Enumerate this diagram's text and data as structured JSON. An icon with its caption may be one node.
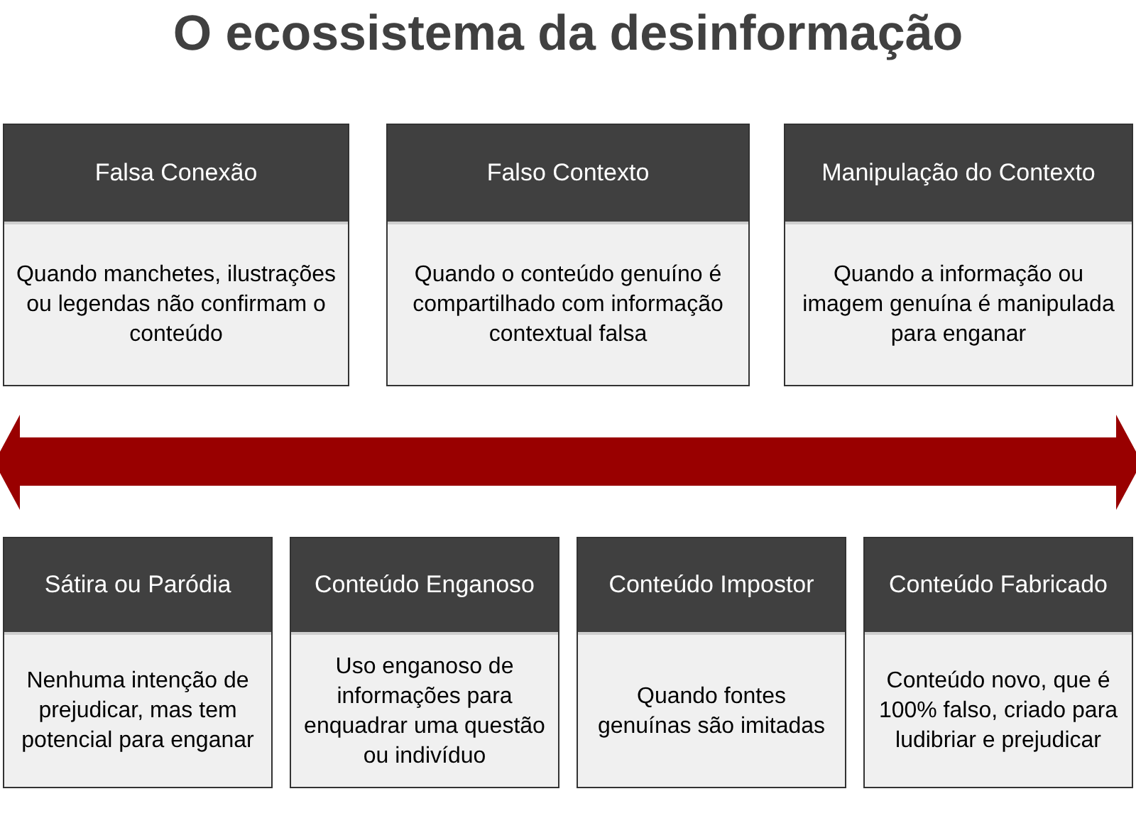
{
  "diagram": {
    "title": "O ecossistema da desinformação",
    "nodes": [
      {
        "text": [
          "Falsa Conexão",
          "Quando manchetes, ilustrações ou legendas não confirmam o conteúdo"
        ]
      },
      {
        "text": [
          "Falso Contexto",
          "Quando o conteúdo genuíno é compartilhado com informação contextual falsa"
        ]
      },
      {
        "text": [
          "Manipulação do Contexto",
          "Quando a informação ou imagem genuína é manipulada para enganar"
        ]
      },
      {
        "text": [
          "Sátira ou Paródia",
          "Nenhuma intenção de prejudicar, mas tem potencial para enganar"
        ]
      },
      {
        "text": [
          "Conteúdo Enganoso",
          "Uso enganoso de informações para enquadrar uma questão ou indivíduo"
        ]
      },
      {
        "text": [
          "Conteúdo Impostor",
          "Quando fontes genuínas são imitadas"
        ]
      },
      {
        "text": [
          "Conteúdo Fabricado",
          "Conteúdo novo, que é 100% falso, criado para ludibriar e prejudicar"
        ]
      }
    ]
  }
}
